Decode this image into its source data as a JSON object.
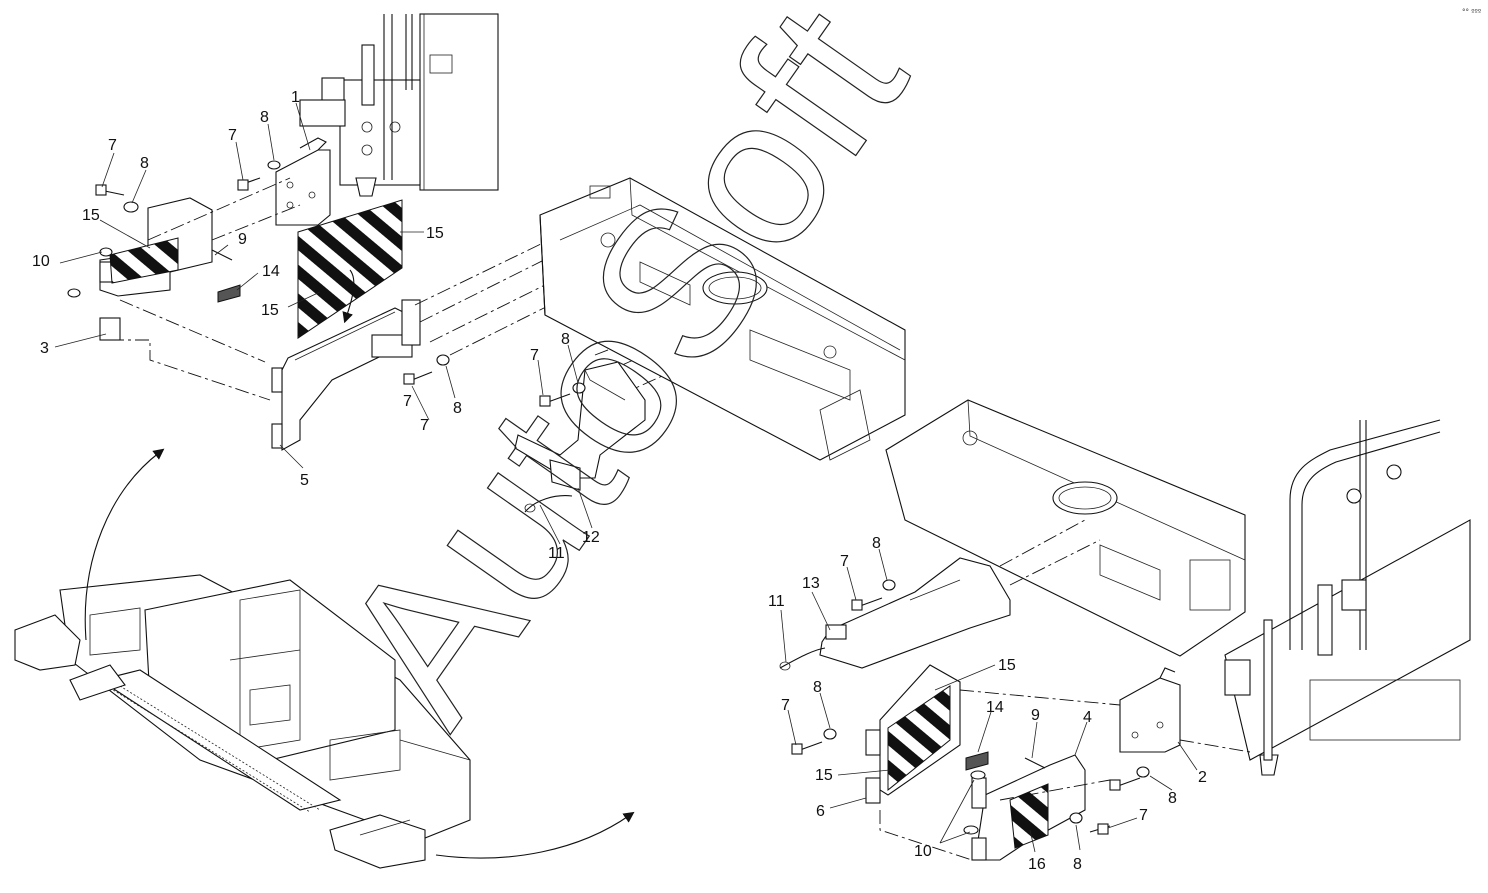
{
  "watermark": "AutoSoft",
  "corner_mark": "°° ººº",
  "labels": [
    {
      "id": "l1",
      "text": "1"
    },
    {
      "id": "l2",
      "text": "7"
    },
    {
      "id": "l3",
      "text": "8"
    },
    {
      "id": "l4",
      "text": "7"
    },
    {
      "id": "l5",
      "text": "8"
    },
    {
      "id": "l6",
      "text": "15"
    },
    {
      "id": "l7",
      "text": "9"
    },
    {
      "id": "l8",
      "text": "10"
    },
    {
      "id": "l9",
      "text": "15"
    },
    {
      "id": "l10",
      "text": "14"
    },
    {
      "id": "l11",
      "text": "15"
    },
    {
      "id": "l12",
      "text": "3"
    },
    {
      "id": "l13",
      "text": "7"
    },
    {
      "id": "l14",
      "text": "8"
    },
    {
      "id": "l15",
      "text": "7"
    },
    {
      "id": "l16",
      "text": "5"
    },
    {
      "id": "l17",
      "text": "7"
    },
    {
      "id": "l18",
      "text": "8"
    },
    {
      "id": "l19",
      "text": "11"
    },
    {
      "id": "l20",
      "text": "12"
    },
    {
      "id": "l21",
      "text": "7"
    },
    {
      "id": "l22",
      "text": "8"
    },
    {
      "id": "l23",
      "text": "11"
    },
    {
      "id": "l24",
      "text": "13"
    },
    {
      "id": "l25",
      "text": "15"
    },
    {
      "id": "l26",
      "text": "8"
    },
    {
      "id": "l27",
      "text": "7"
    },
    {
      "id": "l28",
      "text": "14"
    },
    {
      "id": "l29",
      "text": "9"
    },
    {
      "id": "l30",
      "text": "4"
    },
    {
      "id": "l31",
      "text": "15"
    },
    {
      "id": "l32",
      "text": "6"
    },
    {
      "id": "l33",
      "text": "2"
    },
    {
      "id": "l34",
      "text": "8"
    },
    {
      "id": "l35",
      "text": "7"
    },
    {
      "id": "l36",
      "text": "10"
    },
    {
      "id": "l37",
      "text": "16"
    },
    {
      "id": "l38",
      "text": "8"
    }
  ]
}
